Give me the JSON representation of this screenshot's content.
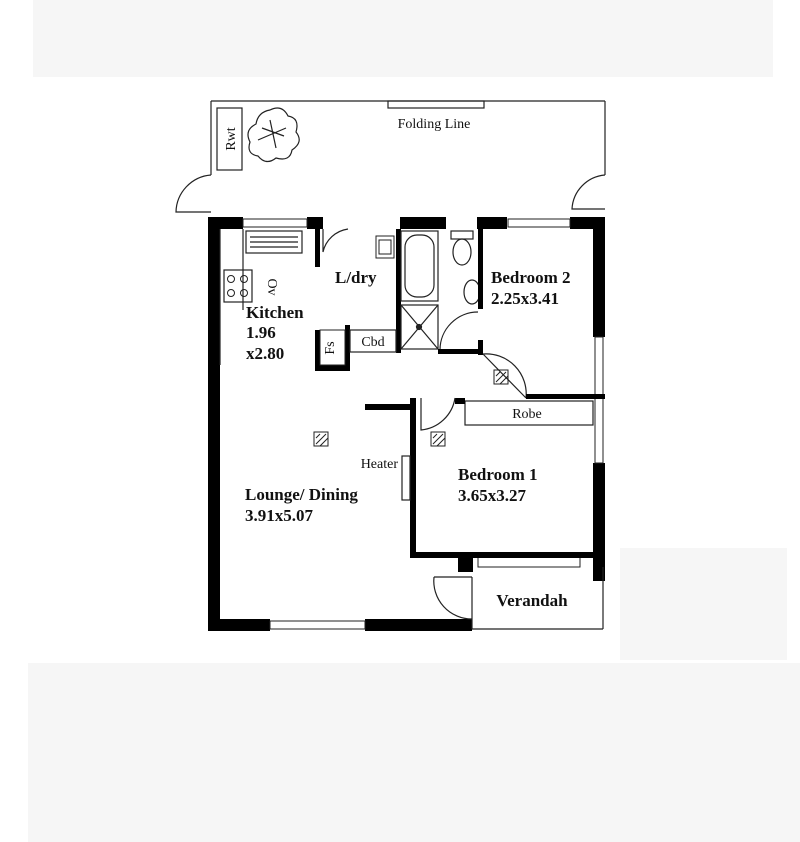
{
  "plan": {
    "annotations": {
      "rwt": "Rwt",
      "folding_line": "Folding Line",
      "oven": "Ov",
      "fridge_space": "Fs",
      "cupboard": "Cbd",
      "robe": "Robe",
      "heater": "Heater",
      "verandah": "Verandah"
    },
    "rooms": {
      "kitchen": {
        "name": "Kitchen",
        "dim_a": "1.96",
        "dim_b": "x2.80"
      },
      "laundry": {
        "name": "L/dry"
      },
      "bedroom2": {
        "name": "Bedroom 2",
        "dims": "2.25x3.41"
      },
      "bedroom1": {
        "name": "Bedroom 1",
        "dims": "3.65x3.27"
      },
      "lounge": {
        "name": "Lounge/ Dining",
        "dims": "3.91x5.07"
      }
    }
  },
  "colors": {
    "wall": "#000000",
    "line": "#222222",
    "band": "#f6f6f6"
  }
}
